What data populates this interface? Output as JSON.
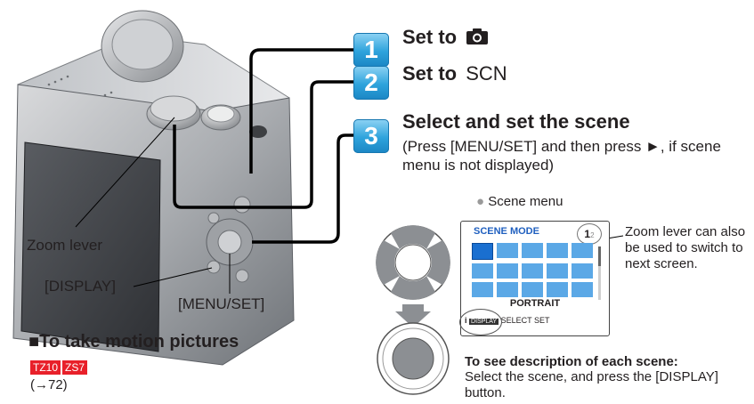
{
  "steps": [
    {
      "number": "1",
      "title": "Set to"
    },
    {
      "number": "2",
      "title": "Set to"
    },
    {
      "number": "3",
      "title": "Select and set the scene"
    }
  ],
  "step2_mode_label": "SCN",
  "step3_note": "(Press [MENU/SET] and then press ►, if scene menu is not displayed)",
  "scene_menu_caption": "Scene menu",
  "camera_labels": {
    "zoom_lever": "Zoom lever",
    "display": "[DISPLAY]",
    "menu_set": "[MENU/SET]"
  },
  "motion": {
    "heading": "To take motion pictures",
    "tags": [
      "TZ10",
      "ZS7"
    ],
    "reference": "(→72)"
  },
  "lcd": {
    "title": "SCENE MODE",
    "page": "1",
    "page_total": "2",
    "selected_label": "PORTRAIT",
    "footer_display": "DISPLAY",
    "footer_select": "SELECT",
    "footer_set": "SET"
  },
  "zoom_note": "Zoom lever can also be used to switch to next screen.",
  "description": {
    "heading": "To see description of each scene:",
    "text": "Select the scene, and press the [DISPLAY] button."
  }
}
